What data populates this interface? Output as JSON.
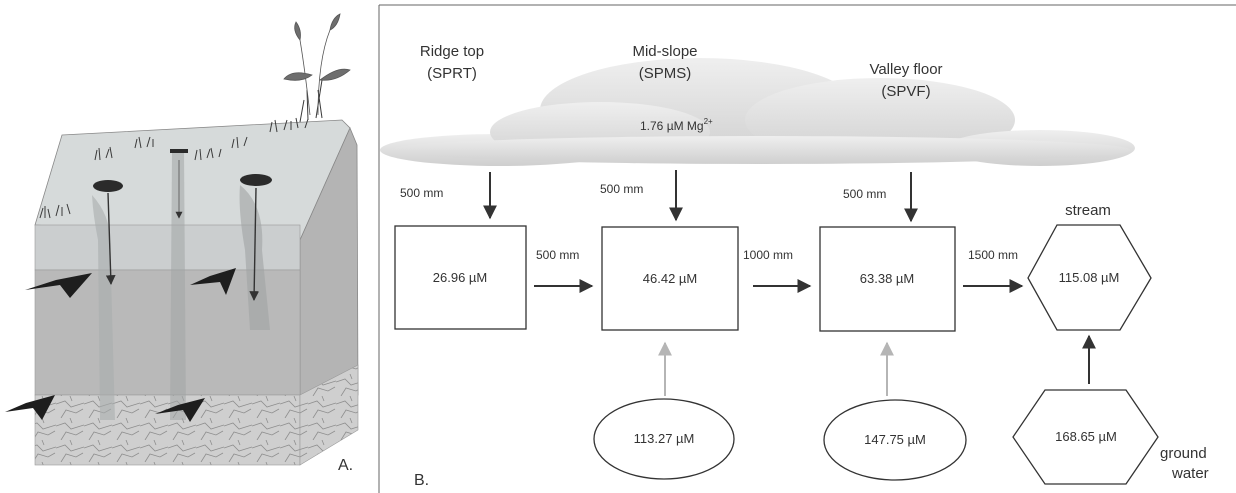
{
  "panel_a": {
    "label": "A."
  },
  "panel_b": {
    "label": "B.",
    "cloud_value": "1.76 µM Mg",
    "cloud_superscript": "2+",
    "sites": [
      {
        "name": "Ridge top",
        "code": "(SPRT)",
        "rain": "500 mm",
        "value": "26.96 µM"
      },
      {
        "name": "Mid-slope",
        "code": "(SPMS)",
        "rain": "500 mm",
        "value": "46.42 µM",
        "input": "113.27 µM"
      },
      {
        "name": "Valley floor",
        "code": "(SPVF)",
        "rain": "500 mm",
        "value": "63.38 µM",
        "input": "147.75 µM"
      }
    ],
    "flows": [
      "500 mm",
      "1000 mm",
      "1500 mm"
    ],
    "stream": {
      "label": "stream",
      "value": "115.08 µM"
    },
    "groundwater": {
      "label_1": "ground",
      "label_2": "water",
      "value": "168.65 µM"
    }
  },
  "colors": {
    "arrow_dark": "#333333",
    "arrow_light": "#b5b5b5",
    "cloud": "#d9d9d9",
    "soil_top": "#d2d6d6",
    "soil_mid": "#bdbdbd",
    "soil_low": "#a9a9a9"
  }
}
